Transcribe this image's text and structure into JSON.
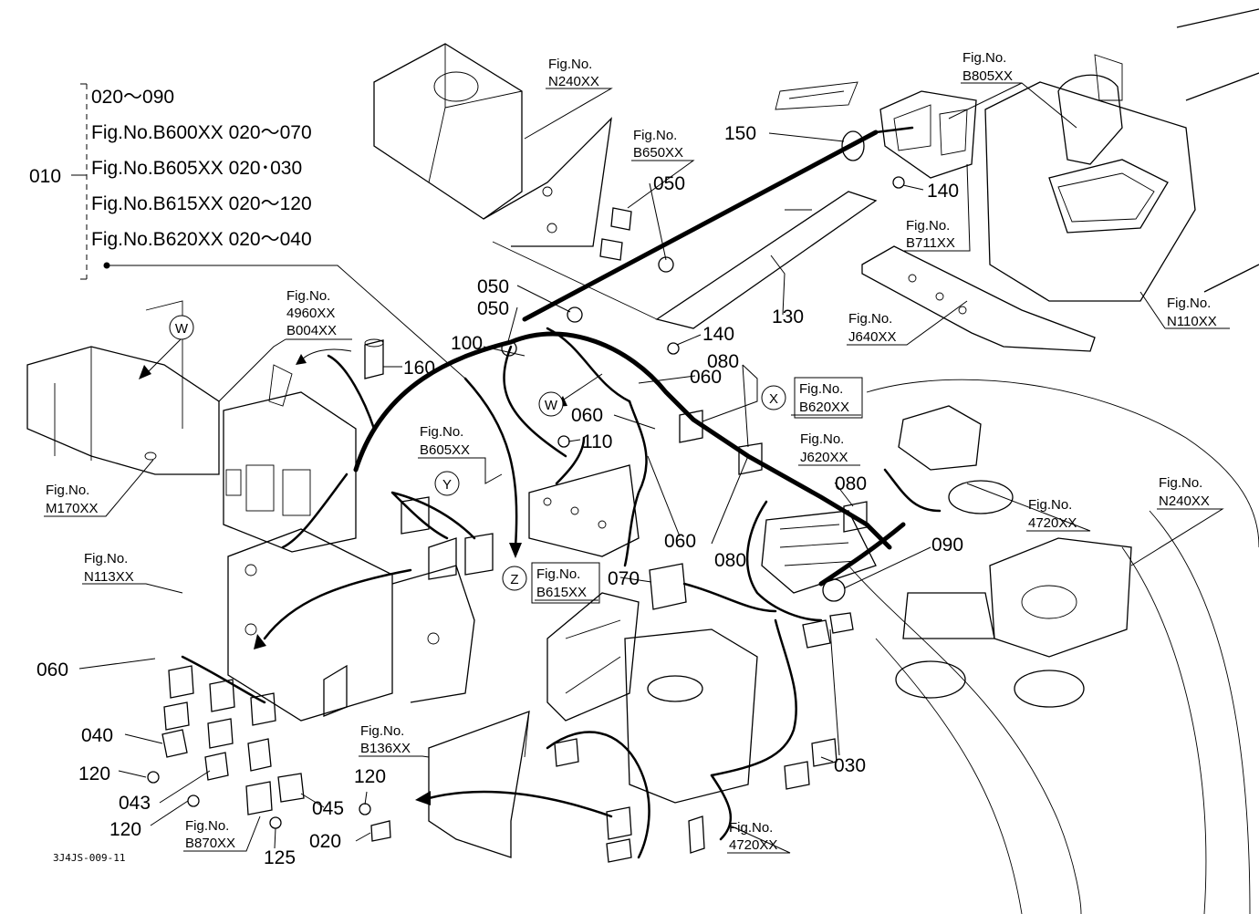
{
  "drawing_id": "3J4JS-009-11",
  "group": {
    "number": "010",
    "range": "020～090",
    "refs": [
      "Fig.No.B600XX  020～070",
      "Fig.No.B605XX  020･030",
      "Fig.No.B615XX  020～120",
      "Fig.No.B620XX  020～040"
    ]
  },
  "fig_refs": {
    "n240_top": [
      "Fig.No.",
      "N240XX"
    ],
    "b650": [
      "Fig.No.",
      "B650XX"
    ],
    "b805": [
      "Fig.No.",
      "B805XX"
    ],
    "b711": [
      "Fig.No.",
      "B711XX"
    ],
    "n110": [
      "Fig.No.",
      "N110XX"
    ],
    "j640": [
      "Fig.No.",
      "J640XX"
    ],
    "b004": [
      "Fig.No.",
      "4960XX",
      "B004XX"
    ],
    "m170": [
      "Fig.No.",
      "M170XX"
    ],
    "b605": [
      "Fig.No.",
      "B605XX"
    ],
    "b620": [
      "Fig.No.",
      "B620XX"
    ],
    "j620": [
      "Fig.No.",
      "J620XX"
    ],
    "n240_right": [
      "Fig.No.",
      "N240XX"
    ],
    "f4720_mid": [
      "Fig.No.",
      "4720XX"
    ],
    "n113": [
      "Fig.No.",
      "N113XX"
    ],
    "b615": [
      "Fig.No.",
      "B615XX"
    ],
    "b136": [
      "Fig.No.",
      "B136XX"
    ],
    "b870": [
      "Fig.No.",
      "B870XX"
    ],
    "f4720_bot": [
      "Fig.No.",
      "4720XX"
    ]
  },
  "callouts": [
    "W",
    "W",
    "X",
    "Y",
    "Z"
  ],
  "part_numbers": {
    "p150": "150",
    "p050a": "050",
    "p140a": "140",
    "p130": "130",
    "p050b": "050",
    "p050c": "050",
    "p100": "100",
    "p160": "160",
    "p140b": "140",
    "p080a": "080",
    "p060a": "060",
    "p060b": "060",
    "p110": "110",
    "p080b": "080",
    "p060c": "060",
    "p080c": "080",
    "p090": "090",
    "p070": "070",
    "p060d": "060",
    "p040": "040",
    "p120a": "120",
    "p043": "043",
    "p120b": "120",
    "p120c": "120",
    "p045": "045",
    "p020": "020",
    "p125": "125",
    "p030": "030"
  }
}
